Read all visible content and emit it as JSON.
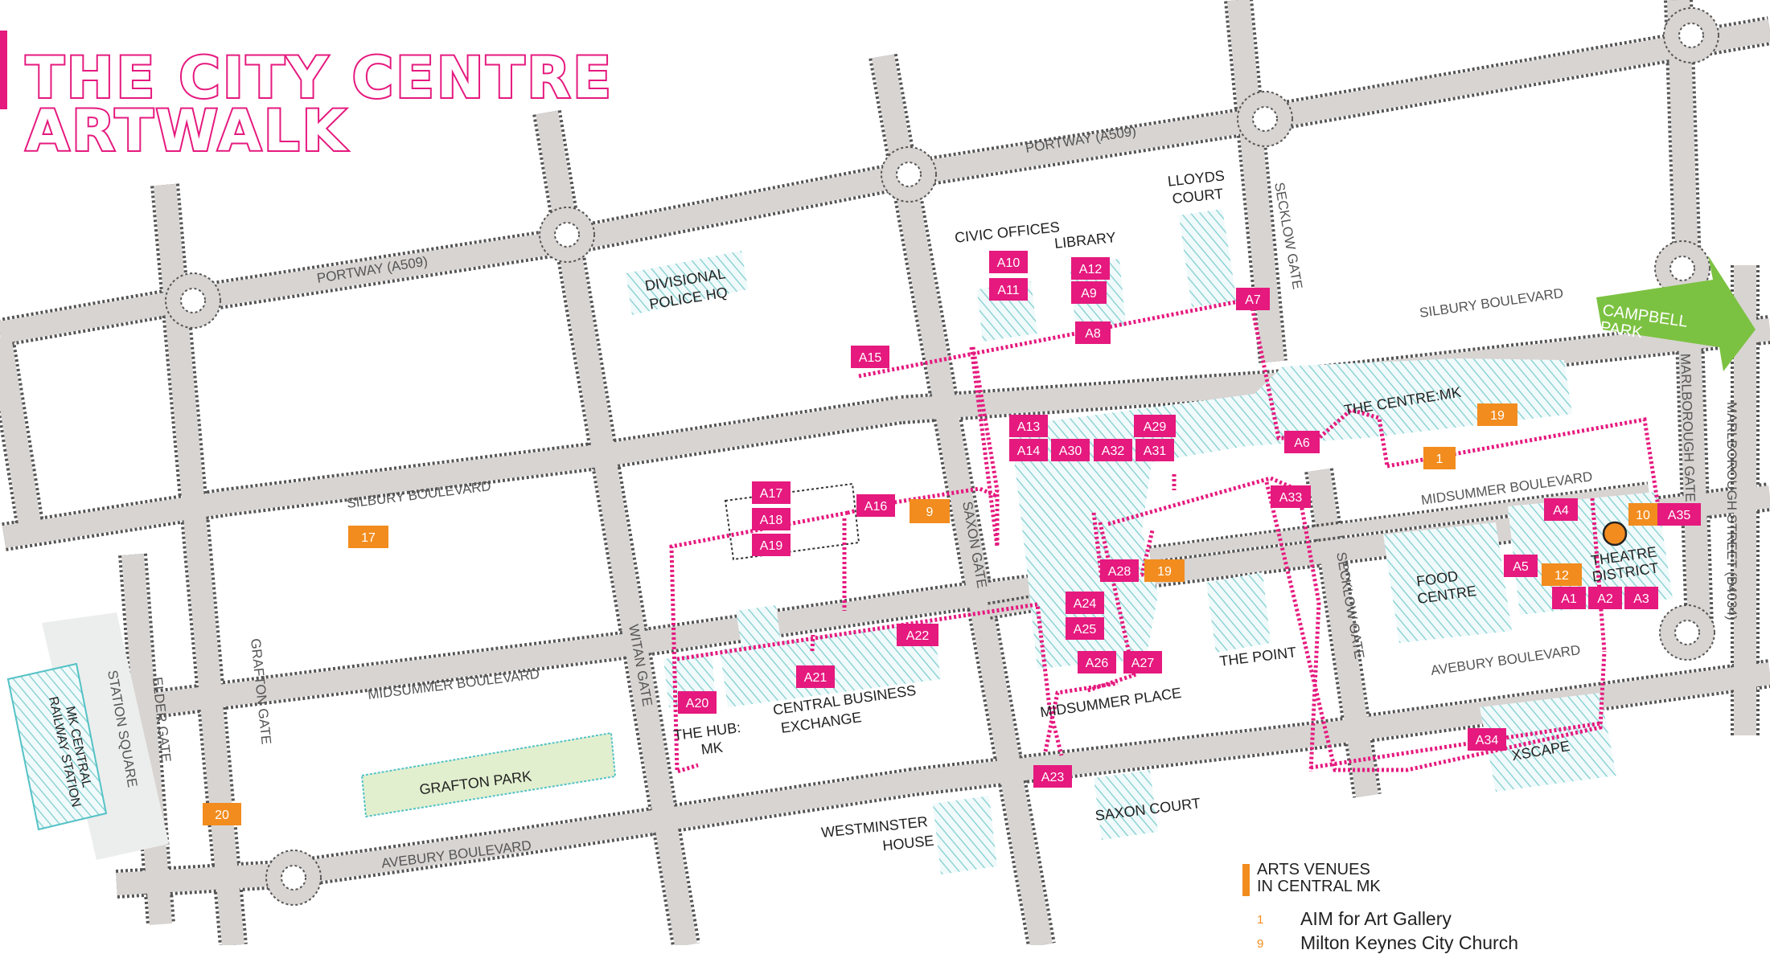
{
  "title": {
    "line1": "THE CITY CENTRE",
    "line2": "ARTWALK"
  },
  "colors": {
    "road": "#d8d4d2",
    "road_edge": "#555555",
    "artwalk_marker": "#e5197e",
    "venue_marker": "#f28c1e",
    "building_hatch": "#8fd3d6",
    "park": "#e2efcf",
    "arrow": "#7cc242"
  },
  "roads": {
    "portway_west": "PORTWAY (A509)",
    "portway_east": "PORTWAY (A509)",
    "silbury_west": "SILBURY BOULEVARD",
    "silbury_east": "SILBURY BOULEVARD",
    "midsummer_west": "MIDSUMMER BOULEVARD",
    "midsummer_east": "MIDSUMMER BOULEVARD",
    "avebury_west": "AVEBURY BOULEVARD",
    "avebury_east": "AVEBURY BOULEVARD",
    "grafton_gate": "GRAFTON GATE",
    "elder_gate": "ELDER GATE",
    "witan_gate": "WITAN GATE",
    "saxon_gate": "SAXON GATE",
    "secklow_gate_north": "SECKLOW GATE",
    "secklow_gate_south": "SECKLOW GATE",
    "marlborough_gate": "MARLBOROUGH GATE",
    "marlborough_street": "MARLBOROUGH STREET (B4034)"
  },
  "places": {
    "station_square": "STATION SQUARE",
    "mk_station_1": "MK CENTRAL",
    "mk_station_2": "RAILWAY STATION",
    "police_1": "DIVISIONAL",
    "police_2": "POLICE HQ",
    "civic_offices": "CIVIC OFFICES",
    "library": "LIBRARY",
    "lloyds_1": "LLOYDS",
    "lloyds_2": "COURT",
    "centre_mk": "THE CENTRE:MK",
    "food_1": "FOOD",
    "food_2": "CENTRE",
    "theatre_1": "THEATRE",
    "theatre_2": "DISTRICT",
    "the_point": "THE POINT",
    "midsummer_place": "MIDSUMMER PLACE",
    "xscape": "XSCAPE",
    "hub_1": "THE HUB:",
    "hub_2": "MK",
    "cbe_1": "CENTRAL BUSINESS",
    "cbe_2": "EXCHANGE",
    "grafton_park": "GRAFTON PARK",
    "westminster_1": "WESTMINSTER",
    "westminster_2": "HOUSE",
    "saxon_court": "SAXON COURT",
    "campbell_1": "CAMPBELL",
    "campbell_2": "PARK"
  },
  "artworks": [
    {
      "label": "A1"
    },
    {
      "label": "A2"
    },
    {
      "label": "A3"
    },
    {
      "label": "A4"
    },
    {
      "label": "A5"
    },
    {
      "label": "A6"
    },
    {
      "label": "A7"
    },
    {
      "label": "A8"
    },
    {
      "label": "A9"
    },
    {
      "label": "A10"
    },
    {
      "label": "A11"
    },
    {
      "label": "A12"
    },
    {
      "label": "A13"
    },
    {
      "label": "A14"
    },
    {
      "label": "A15"
    },
    {
      "label": "A16"
    },
    {
      "label": "A17"
    },
    {
      "label": "A18"
    },
    {
      "label": "A19"
    },
    {
      "label": "A20"
    },
    {
      "label": "A21"
    },
    {
      "label": "A22"
    },
    {
      "label": "A23"
    },
    {
      "label": "A24"
    },
    {
      "label": "A25"
    },
    {
      "label": "A26"
    },
    {
      "label": "A27"
    },
    {
      "label": "A28"
    },
    {
      "label": "A29"
    },
    {
      "label": "A30"
    },
    {
      "label": "A31"
    },
    {
      "label": "A32"
    },
    {
      "label": "A33"
    },
    {
      "label": "A34"
    },
    {
      "label": "A35"
    }
  ],
  "venues": [
    {
      "label": "1"
    },
    {
      "label": "9"
    },
    {
      "label": "10"
    },
    {
      "label": "12"
    },
    {
      "label": "17"
    },
    {
      "label": "19"
    },
    {
      "label": "19"
    },
    {
      "label": "20"
    }
  ],
  "legend": {
    "title_1": "ARTS VENUES",
    "title_2": "IN CENTRAL MK",
    "items": [
      {
        "num": "1",
        "name": "AIM for Art Gallery"
      },
      {
        "num": "9",
        "name": "Milton Keynes City Church"
      }
    ]
  }
}
